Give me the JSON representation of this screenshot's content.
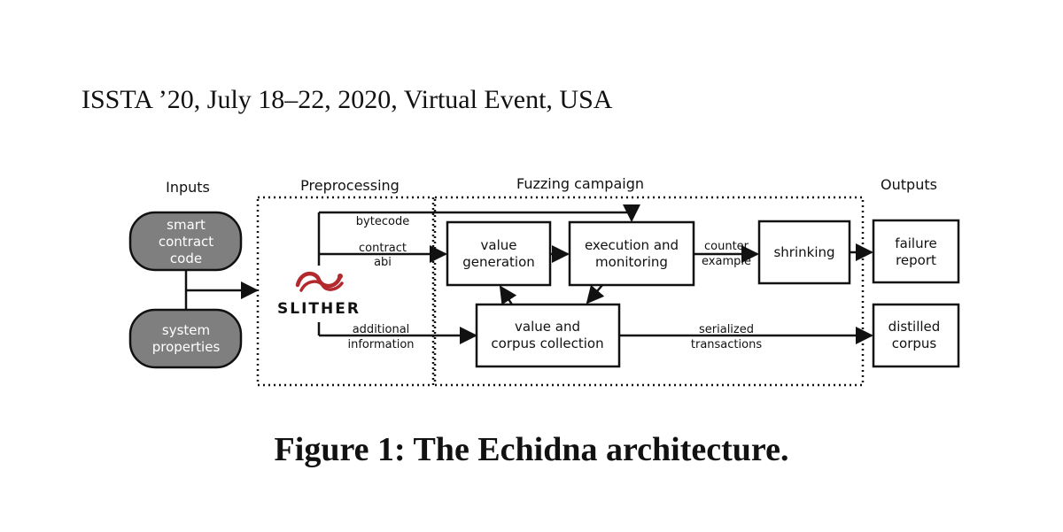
{
  "header": "ISSTA ’20, July 18–22, 2020, Virtual Event, USA",
  "caption": "Figure 1: The Echidna architecture.",
  "diagram": {
    "sections": {
      "inputs": "Inputs",
      "preprocessing": "Preprocessing",
      "fuzzing": "Fuzzing campaign",
      "outputs": "Outputs"
    },
    "inputs": {
      "smart_contract_code": [
        "smart",
        "contract",
        "code"
      ],
      "system_properties": [
        "system",
        "properties"
      ]
    },
    "slither_logo_text": "SLITHER",
    "nodes": {
      "value_generation": [
        "value",
        "generation"
      ],
      "execution_monitoring": [
        "execution and",
        "monitoring"
      ],
      "shrinking": [
        "shrinking"
      ],
      "corpus_collection": [
        "value and",
        "corpus collection"
      ],
      "failure_report": [
        "failure",
        "report"
      ],
      "distilled_corpus": [
        "distilled",
        "corpus"
      ]
    },
    "edges": {
      "bytecode": [
        "bytecode"
      ],
      "contract_abi": [
        "contract",
        "abi"
      ],
      "additional_information": [
        "additional",
        "information"
      ],
      "counter_example": [
        "counter",
        "example"
      ],
      "serialized_transactions": [
        "serialized",
        "transactions"
      ]
    },
    "colors": {
      "input_fill": "#7f7f7f",
      "slither_red": "#b22a2e",
      "stroke": "#111111"
    }
  }
}
